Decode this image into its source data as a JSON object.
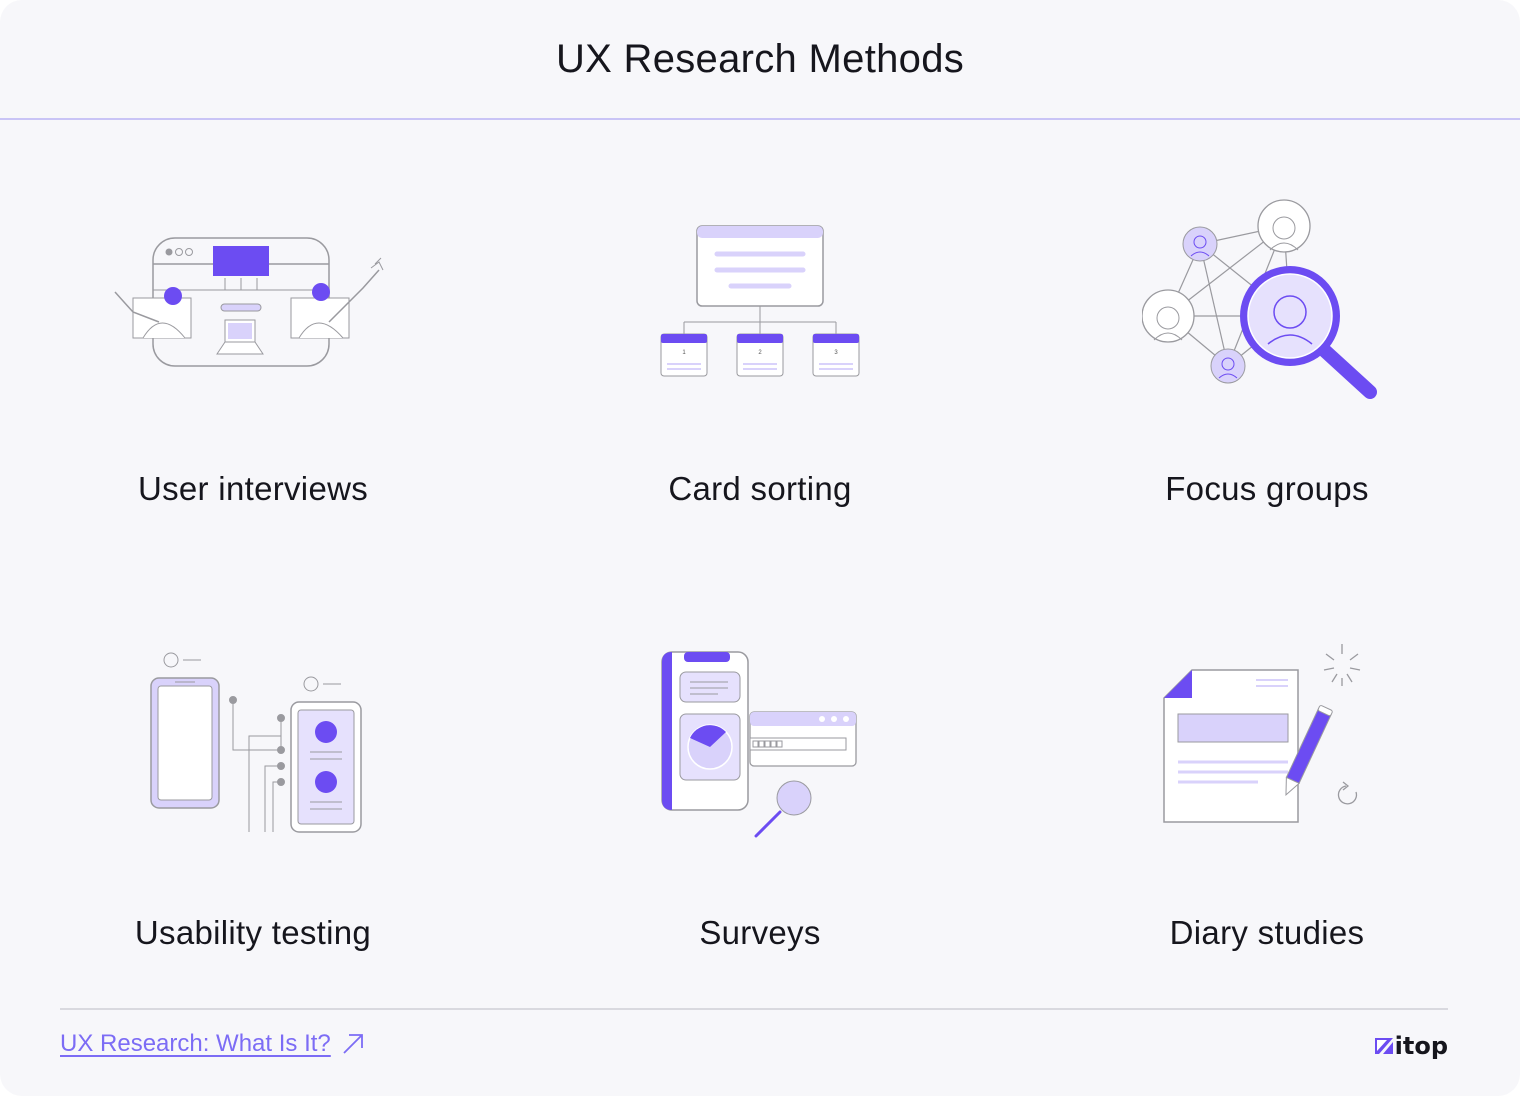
{
  "title": "UX Research Methods",
  "colors": {
    "accent": "#6c4cf2",
    "accent_light": "#d9d2fb",
    "line": "#9a9a9f",
    "background": "#f7f7fa"
  },
  "methods": [
    {
      "label": "User interviews",
      "icon": "user-interviews-illustration"
    },
    {
      "label": "Card sorting",
      "icon": "card-sorting-illustration"
    },
    {
      "label": "Focus groups",
      "icon": "focus-groups-illustration"
    },
    {
      "label": "Usability testing",
      "icon": "usability-testing-illustration"
    },
    {
      "label": "Surveys",
      "icon": "surveys-illustration"
    },
    {
      "label": "Diary studies",
      "icon": "diary-studies-illustration"
    }
  ],
  "card_sorting_numbers": [
    "1",
    "2",
    "3"
  ],
  "footer": {
    "link_text": "UX Research: What Is It?",
    "link_icon": "external-arrow-icon",
    "logo_text": "itop"
  }
}
